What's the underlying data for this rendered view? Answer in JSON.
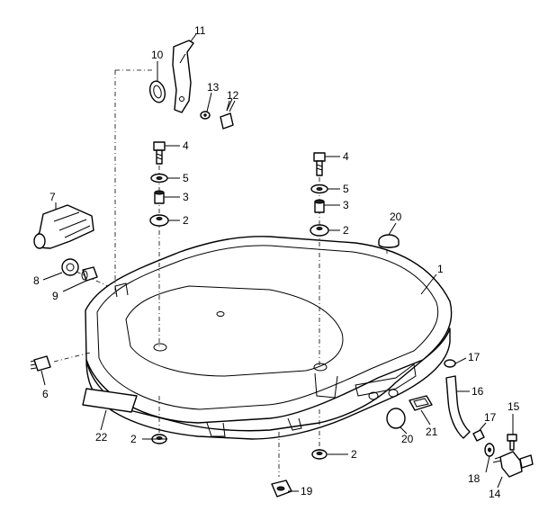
{
  "callouts": {
    "c1": "1",
    "c2a": "2",
    "c2b": "2",
    "c2c": "2",
    "c2d": "2",
    "c3a": "3",
    "c3b": "3",
    "c4a": "4",
    "c4b": "4",
    "c5a": "5",
    "c5b": "5",
    "c6": "6",
    "c7": "7",
    "c8": "8",
    "c9": "9",
    "c10": "10",
    "c11": "11",
    "c12": "12",
    "c13": "13",
    "c14": "14",
    "c15": "15",
    "c16": "16",
    "c17a": "17",
    "c17b": "17",
    "c18": "18",
    "c19": "19",
    "c20a": "20",
    "c20b": "20",
    "c21": "21",
    "c22": "22"
  }
}
